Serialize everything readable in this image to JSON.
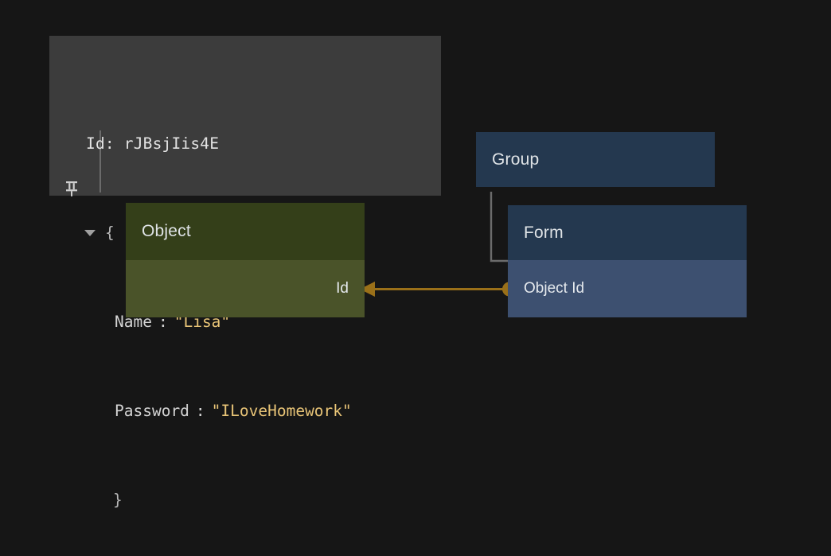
{
  "background": "#161616",
  "popup": {
    "pin_icon": "pushpin-icon",
    "title": "Id: rJBsjIis4E",
    "collapse_icon": "triangle-down-icon",
    "open_brace": "{",
    "close_brace": "}",
    "fields": [
      {
        "key": "Name",
        "separator": ":",
        "value": "\"Lisa\""
      },
      {
        "key": "Password",
        "separator": ":",
        "value": "\"ILoveHomework\""
      }
    ],
    "colors": {
      "background": "#3c3c3c",
      "key": "#d4d4d4",
      "string": "#e8c477",
      "brace": "#b8b8b8"
    }
  },
  "entities": {
    "object": {
      "title": "Object",
      "fields": [
        "Id"
      ],
      "header_color": "#343f19",
      "body_color": "#4a5329"
    },
    "group": {
      "title": "Group",
      "header_color": "#24384f"
    },
    "form": {
      "title": "Form",
      "fields": [
        "Object Id"
      ],
      "header_color": "#24384f",
      "body_color": "#3d5070"
    }
  },
  "connectors": {
    "relation": {
      "from": "Form.Object Id",
      "to": "Object.Id",
      "color": "#9a7019",
      "source_marker": "circle",
      "target_marker": "arrowhead"
    },
    "containment": {
      "from": "Group",
      "to": "Form",
      "color": "#6b6b6b",
      "style": "elbow"
    }
  }
}
